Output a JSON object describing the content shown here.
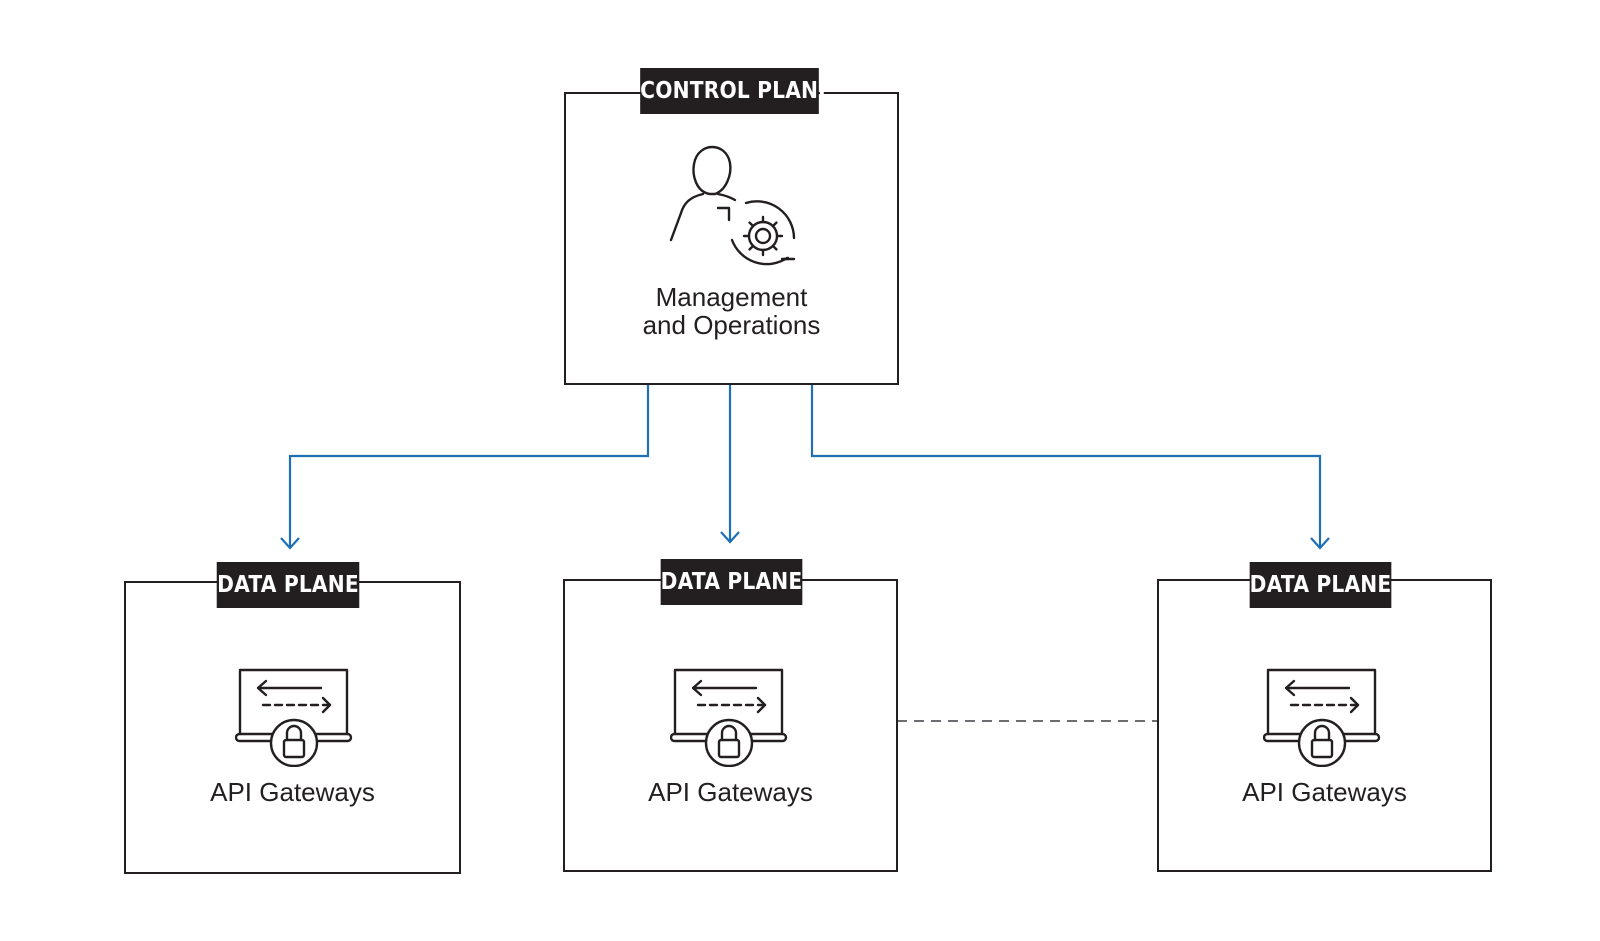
{
  "control": {
    "tag": "CONTROL PLANE",
    "label_line1": "Management",
    "label_line2": "and Operations",
    "icon": "user-gear-icon"
  },
  "data_planes": [
    {
      "tag": "DATA PLANE",
      "label": "API Gateways",
      "icon": "gateway-lock-icon"
    },
    {
      "tag": "DATA PLANE",
      "label": "API Gateways",
      "icon": "gateway-lock-icon"
    },
    {
      "tag": "DATA PLANE",
      "label": "API Gateways",
      "icon": "gateway-lock-icon"
    }
  ],
  "colors": {
    "ink": "#231f20",
    "connector": "#1f6fb5",
    "dashed_link": "#6d6e71"
  }
}
